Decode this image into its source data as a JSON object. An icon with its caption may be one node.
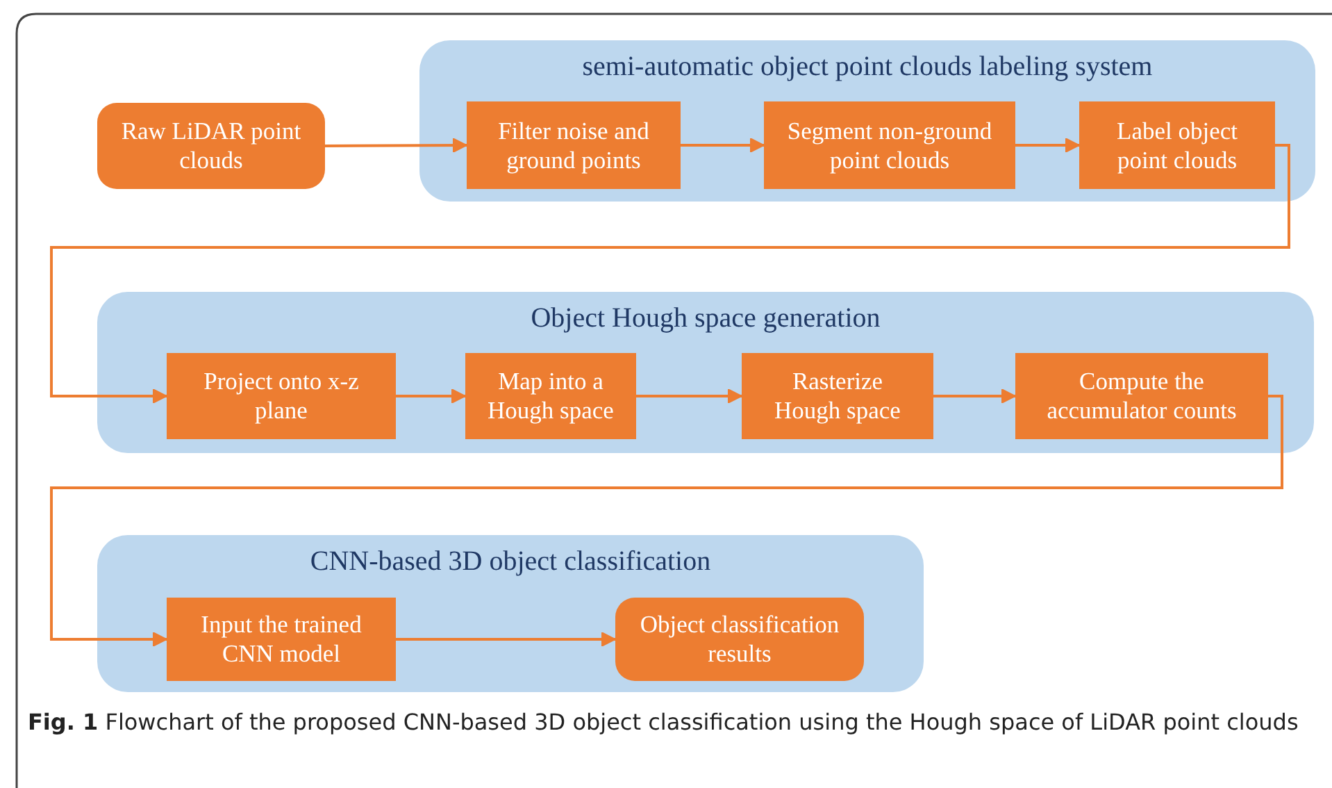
{
  "diagram": {
    "caption": "**Fig. 1** Flowchart of the proposed CNN-based 3D object classification using the Hough space of LiDAR point clouds",
    "nodes": [
      {
        "text": [
          "Raw LiDAR point clouds"
        ]
      },
      {
        "text": [
          "semi-automatic object point clouds labeling system"
        ]
      },
      {
        "text": [
          "Filter noise and ground points"
        ],
        "in": 1
      },
      {
        "text": [
          "Segment non-ground point clouds"
        ],
        "in": 1
      },
      {
        "text": [
          "Label object point clouds"
        ],
        "in": 1
      },
      {
        "text": [
          "Object Hough space generation"
        ]
      },
      {
        "text": [
          "Project onto x-z plane"
        ],
        "in": 5
      },
      {
        "text": [
          "Map into a Hough space"
        ],
        "in": 5
      },
      {
        "text": [
          "Rasterize Hough space"
        ],
        "in": 5
      },
      {
        "text": [
          "Compute the accumulator counts"
        ],
        "in": 5
      },
      {
        "text": [
          "CNN-based 3D object classification"
        ]
      },
      {
        "text": [
          "Input the trained CNN model"
        ],
        "in": 10
      },
      {
        "text": [
          "Object classification results"
        ],
        "in": 10
      }
    ],
    "edges": [
      {
        "from": 0,
        "to": 2,
        "arrow": "to"
      },
      {
        "from": 2,
        "to": 3,
        "arrow": "to"
      },
      {
        "from": 3,
        "to": 4,
        "arrow": "to"
      },
      {
        "from": 4,
        "to": 6,
        "arrow": "to"
      },
      {
        "from": 6,
        "to": 7,
        "arrow": "to"
      },
      {
        "from": 7,
        "to": 8,
        "arrow": "to"
      },
      {
        "from": 8,
        "to": 9,
        "arrow": "to"
      },
      {
        "from": 9,
        "to": 11,
        "arrow": "to"
      },
      {
        "from": 11,
        "to": 12,
        "arrow": "to"
      }
    ]
  }
}
